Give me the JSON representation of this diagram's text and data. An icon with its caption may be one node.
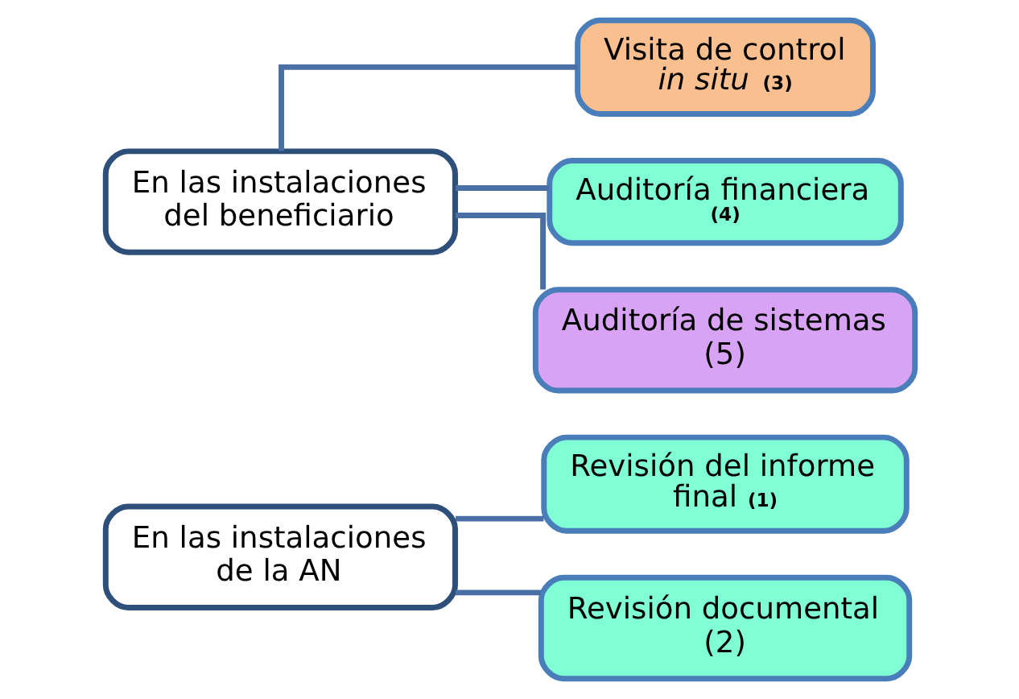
{
  "diagram": {
    "nodes": [
      {
        "text": [
          "En las instalaciones de la AN"
        ]
      },
      {
        "text": [
          "Revisión del informe final **(1)**"
        ]
      },
      {
        "text": [
          "Revisión documental (2)"
        ]
      },
      {
        "text": [
          "En las instalaciones del beneficiario"
        ]
      },
      {
        "text": [
          "Visita de control *in situ* **(3)**"
        ]
      },
      {
        "text": [
          "Auditoría financiera **(4)**"
        ]
      },
      {
        "text": [
          "Auditoría de sistemas (5)"
        ]
      }
    ],
    "edges": [
      {
        "from": 0,
        "to": 1,
        "arrow": "none"
      },
      {
        "from": 0,
        "to": 2,
        "arrow": "none"
      },
      {
        "from": 3,
        "to": 4,
        "arrow": "none"
      },
      {
        "from": 3,
        "to": 5,
        "arrow": "none"
      },
      {
        "from": 3,
        "to": 6,
        "arrow": "none"
      }
    ]
  }
}
